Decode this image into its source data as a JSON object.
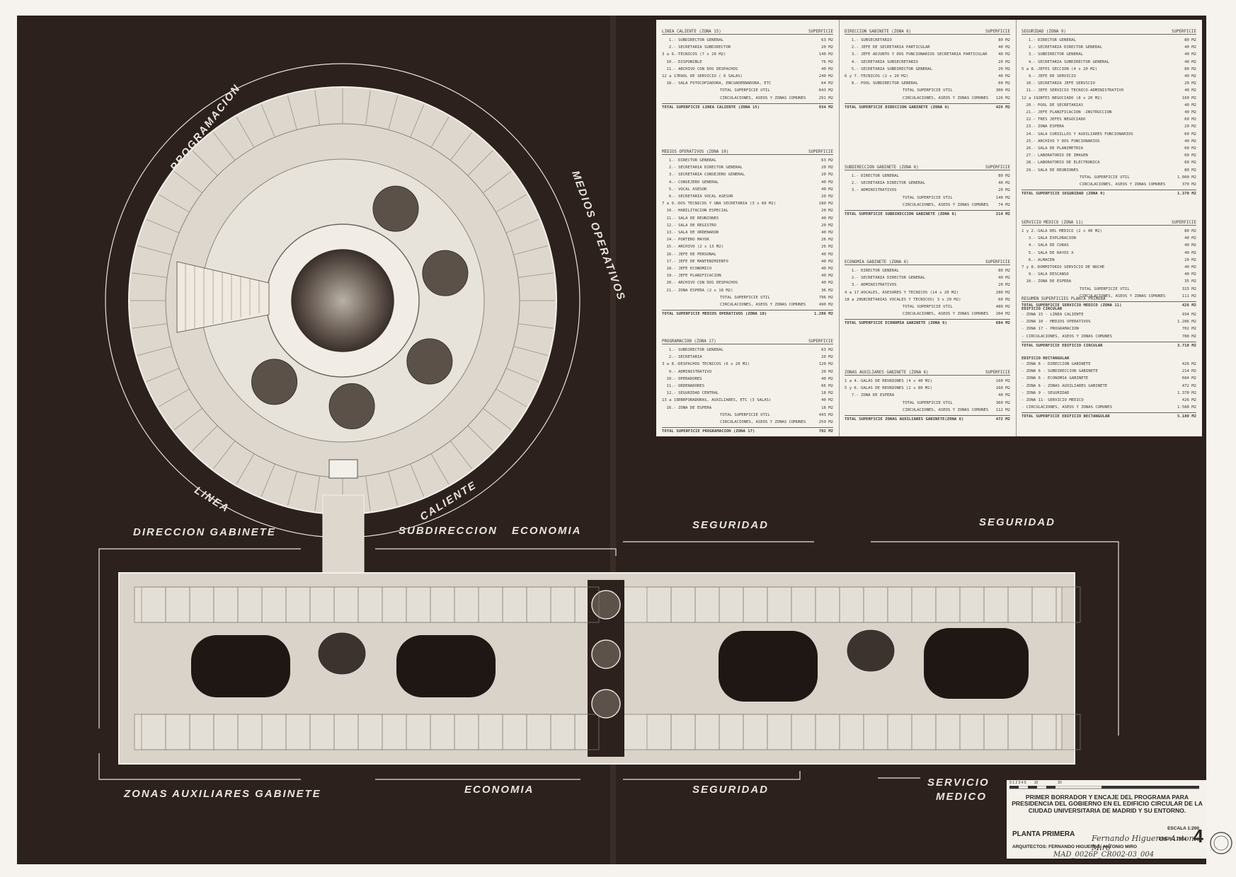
{
  "plan_labels": {
    "programacion": "PROGRAMACION",
    "medios_operativos": "MEDIOS OPERATIVOS",
    "linea": "LINEA",
    "caliente": "CALIENTE",
    "direccion_gabinete": "DIRECCION GABINETE",
    "subdireccion": "SUBDIRECCION",
    "economia_top": "ECONOMIA",
    "seguridad_top_left": "SEGURIDAD",
    "seguridad_top_right": "SEGURIDAD",
    "zonas_auxiliares": "ZONAS AUXILIARES GABINETE",
    "economia_bottom": "ECONOMIA",
    "seguridad_bottom": "SEGURIDAD",
    "servicio": "SERVICIO",
    "medico": "MEDICO"
  },
  "programme": {
    "linea_caliente": {
      "title": "LINEA CALIENTE (ZONA 15)",
      "sup": "SUPERFICIE",
      "rows": [
        {
          "n": "1.-",
          "label": "SUBDIRECTOR GENERAL",
          "area": "63 M2"
        },
        {
          "n": "2.-",
          "label": "SECRETARIA SUBDIRECTOR",
          "area": "20 M2"
        },
        {
          "n": "3 a 9.-",
          "label": "TECNICOS (7 x 20 M2)",
          "area": "140 M2"
        },
        {
          "n": "10.-",
          "label": "DISPONIBLE",
          "area": "76 M2"
        },
        {
          "n": "11.-",
          "label": "ARCHIVO CON DOS DESPACHOS",
          "area": "40 M2"
        },
        {
          "n": "12 a 17.-",
          "label": "POOL DE SERVICIO ( 6 SALAS)",
          "area": "240 M2"
        },
        {
          "n": "18.-",
          "label": "SALA FOTOCOPIADORA, ENCUADERNADORA, ETC",
          "area": "64 M2"
        }
      ],
      "subs": [
        {
          "label": "TOTAL SUPERFICIE UTIL",
          "area": "643 M2"
        },
        {
          "label": "CIRCULACIONES, ASEOS Y ZONAS COMUNES",
          "area": "291 M2"
        }
      ],
      "total": {
        "label": "TOTAL SUPERFICIE LINEA CALIENTE (ZONA 15)",
        "area": "934 M2"
      }
    },
    "medios_operativos": {
      "title": "MEDIOS OPERATIVOS (ZONA 10)",
      "sup": "SUPERFICIE",
      "rows": [
        {
          "n": "1.-",
          "label": "DIRECTOR GENERAL",
          "area": "63 M2"
        },
        {
          "n": "2.-",
          "label": "SECRETARIA DIRECTOR GENERAL",
          "area": "20 M2"
        },
        {
          "n": "3.-",
          "label": "SECRETARIA CONSEJERO GENERAL",
          "area": "20 M2"
        },
        {
          "n": "4.-",
          "label": "CONSEJERO GENERAL",
          "area": "40 M2"
        },
        {
          "n": "5.-",
          "label": "VOCAL ASESOR",
          "area": "40 M2"
        },
        {
          "n": "6.-",
          "label": "SECRETARIA VOCAL ASESOR",
          "area": "20 M2"
        },
        {
          "n": "7 a 9.-",
          "label": "DOS TECNICOS Y UNA SECRETARIA (3 x 60 M2)",
          "area": "180 M2"
        },
        {
          "n": "10.-",
          "label": "HABILITACION ESPECIAL",
          "area": "20 M2"
        },
        {
          "n": "11.-",
          "label": "SALA DE REUNIONES",
          "area": "40 M2"
        },
        {
          "n": "12.-",
          "label": "SALA DE REGISTRO",
          "area": "20 M2"
        },
        {
          "n": "13.-",
          "label": "SALA DE ORDENADOR",
          "area": "40 M2"
        },
        {
          "n": "14.-",
          "label": "PORTERO MAYOR",
          "area": "26 M2"
        },
        {
          "n": "15.-",
          "label": "ARCHIVO (2 x 13 M2)",
          "area": "26 M2"
        },
        {
          "n": "16.-",
          "label": "JEFE DE PERSONAL",
          "area": "40 M2"
        },
        {
          "n": "17.-",
          "label": "JEFE DE MANTENIMIENTO",
          "area": "40 M2"
        },
        {
          "n": "18.-",
          "label": "JEFE ECONOMICO",
          "area": "40 M2"
        },
        {
          "n": "19.-",
          "label": "JEFE PLANIFICACION",
          "area": "40 M2"
        },
        {
          "n": "20.-",
          "label": "ARCHIVO CON DOS DESPACHOS",
          "area": "40 M2"
        },
        {
          "n": "21.-",
          "label": "ZONA ESPERA (2 x 18 M2)",
          "area": "36 M2"
        }
      ],
      "subs": [
        {
          "label": "TOTAL SUPERFICIE UTIL",
          "area": "796 M2"
        },
        {
          "label": "CIRCULACIONES, ASEOS Y ZONAS COMUNES",
          "area": "490 M2"
        }
      ],
      "total": {
        "label": "TOTAL SUPERFICIE MEDIOS OPERATIVOS (ZONA 10)",
        "area": "1.286 M2"
      }
    },
    "programacion": {
      "title": "PROGRAMACION (ZONA 17)",
      "sup": "SUPERFICIE",
      "rows": [
        {
          "n": "1.-",
          "label": "SUBDIRECTOR GENERAL",
          "area": "63 M2"
        },
        {
          "n": "2.-",
          "label": "SECRETARIA",
          "area": "20 M2"
        },
        {
          "n": "3 a 8.-",
          "label": "DESPACHOS TECNICOS (6 x 20 M2)",
          "area": "120 M2"
        },
        {
          "n": "9.-",
          "label": "ADMINISTRATIVO",
          "area": "20 M2"
        },
        {
          "n": "10.-",
          "label": "OPERADORES",
          "area": "40 M2"
        },
        {
          "n": "11.-",
          "label": "ORDENADORES",
          "area": "66 M2"
        },
        {
          "n": "12.-",
          "label": "SEGURIDAD CENTRAL",
          "area": "18 M2"
        },
        {
          "n": "13 a 15.-",
          "label": "PERFORADORAS, AUXILIARES, ETC (3 SALAS)",
          "area": "40 M2"
        },
        {
          "n": "16.-",
          "label": "ZONA DE ESPERA",
          "area": "18 M2"
        }
      ],
      "subs": [
        {
          "label": "TOTAL SUPERFICIE UTIL",
          "area": "443 M2"
        },
        {
          "label": "CIRCULACIONES, ASEOS Y ZONAS COMUNES",
          "area": "259 M2"
        }
      ],
      "total": {
        "label": "TOTAL SUPERFICIE PROGRAMACION (ZONA 17)",
        "area": "702 M2"
      }
    },
    "direccion_gabinete": {
      "title": "DIRECCION GABINETE (ZONA 6)",
      "sup": "SUPERFICIE",
      "rows": [
        {
          "n": "1.-",
          "label": "SUBSECRETARIO",
          "area": "80 M2"
        },
        {
          "n": "2.-",
          "label": "JEFE DE SECRETARIA PARTICULAR",
          "area": "40 M2"
        },
        {
          "n": "3.-",
          "label": "JEFE ADJUNTO Y DOS FUNCIONARIOS SECRETARIA PARTICULAR",
          "area": "40 M2"
        },
        {
          "n": "4.-",
          "label": "SECRETARIA SUBSECRETARIO",
          "area": "20 M2"
        },
        {
          "n": "5.-",
          "label": "SECRETARIA SUBDIRECTOR GENERAL",
          "area": "20 M2"
        },
        {
          "n": "6 y 7.-",
          "label": "TECNICOS (2 x 20 M2)",
          "area": "40 M2"
        },
        {
          "n": "8.-",
          "label": "POOL SUBDIRECTOR GENERAL",
          "area": "60 M2"
        }
      ],
      "subs": [
        {
          "label": "TOTAL SUPERFICIE UTIL",
          "area": "300 M2"
        },
        {
          "label": "CIRCULACIONES, ASEOS Y ZONAS COMUNES",
          "area": "126 M2"
        }
      ],
      "total": {
        "label": "TOTAL SUPERFICIE DIRECCION GABINETE (ZONA 6)",
        "area": "426 M2"
      }
    },
    "subdireccion_gabinete": {
      "title": "SUBDIRECCION GABINETE (ZONA 6)",
      "sup": "SUPERFICIE",
      "rows": [
        {
          "n": "1.-",
          "label": "DIRECTOR GENERAL",
          "area": "80 M2"
        },
        {
          "n": "2.-",
          "label": "SECRETARIA DIRECTOR GENERAL",
          "area": "40 M2"
        },
        {
          "n": "3.-",
          "label": "ADMINISTRATIVOS",
          "area": "20 M2"
        }
      ],
      "subs": [
        {
          "label": "TOTAL SUPERFICIE UTIL",
          "area": "140 M2"
        },
        {
          "label": "CIRCULACIONES, ASEOS Y ZONAS COMUNES",
          "area": "74 M2"
        }
      ],
      "total": {
        "label": "TOTAL SUPERFICIE SUBDIRECCION GABINETE (ZONA 6)",
        "area": "214 M2"
      }
    },
    "economia_gabinete": {
      "title": "ECONOMIA GABINETE (ZONA 6)",
      "sup": "SUPERFICIE",
      "rows": [
        {
          "n": "1.-",
          "label": "DIRECTOR GENERAL",
          "area": "80 M2"
        },
        {
          "n": "2.-",
          "label": "SECRETARIA DIRECTOR GENERAL",
          "area": "40 M2"
        },
        {
          "n": "3.-",
          "label": "ADMINISTRATIVOS",
          "area": "20 M2"
        },
        {
          "n": "4 a 17.-",
          "label": "VOCALES, ASESORES Y TECNICOS (14 x 20 M2)",
          "area": "280 M2"
        },
        {
          "n": "18 a 20.-",
          "label": "SECRETARIAS VOCALES Y TECNICOS( 3 x 20 M2)",
          "area": "60 M2"
        }
      ],
      "subs": [
        {
          "label": "TOTAL SUPERFICIE UTIL",
          "area": "480 M2"
        },
        {
          "label": "CIRCULACIONES, ASEOS Y ZONAS COMUNES",
          "area": "204 M2"
        }
      ],
      "total": {
        "label": "TOTAL SUPERFICIE ECONOMIA GABINETE (ZONA 6)",
        "area": "684 M2"
      }
    },
    "zonas_auxiliares": {
      "title": "ZONAS AUXILIARES GABINETE (ZONA 6)",
      "sup": "SUPERFICIE",
      "rows": [
        {
          "n": "1 a 4.-",
          "label": "SALAS DE REUNIONES (4 x 40 M2)",
          "area": "160 M2"
        },
        {
          "n": "5 y 6.-",
          "label": "SALAS DE REUNIONES (2 x 80 M2)",
          "area": "160 M2"
        },
        {
          "n": "7.-",
          "label": "ZONA DE ESPERA",
          "area": "40 M2"
        }
      ],
      "subs": [
        {
          "label": "TOTAL SUPERFICIE UTIL",
          "area": "360 M2"
        },
        {
          "label": "CIRCULACIONES, ASEOS Y ZONAS COMUNES",
          "area": "112 M2"
        }
      ],
      "total": {
        "label": "TOTAL SUPERFICIE ZONAS AUXILIARES GABINETE(ZONA 6)",
        "area": "472 M2"
      }
    },
    "seguridad": {
      "title": "SEGURIDAD (ZONA 9)",
      "sup": "SUPERFICIE",
      "rows": [
        {
          "n": "1.-",
          "label": "DIRECTOR GENERAL",
          "area": "80 M2"
        },
        {
          "n": "2.-",
          "label": "SECRETARIA DIRECTOR GENERAL",
          "area": "40 M2"
        },
        {
          "n": "3.-",
          "label": "SUBDIRECTOR GENERAL",
          "area": "40 M2"
        },
        {
          "n": "4.-",
          "label": "SECRETARIA SUBDIRECTOR GENERAL",
          "area": "40 M2"
        },
        {
          "n": "5 a 8.-",
          "label": "JEFES SECCION (4 x 20 M2)",
          "area": "80 M2"
        },
        {
          "n": "9.-",
          "label": "JEFE DE SERVICIO",
          "area": "40 M2"
        },
        {
          "n": "10.-",
          "label": "SECRETARIA JEFE SERVICIO",
          "area": "20 M2"
        },
        {
          "n": "11.-",
          "label": "JEFE SERVICIO TECNICO-ADMINISTRATIVO",
          "area": "40 M2"
        },
        {
          "n": "12 a 19.-",
          "label": "JEFES NEGOCIADO (8 x 20 M2)",
          "area": "160 M2"
        },
        {
          "n": "20.-",
          "label": "POOL DE SECRETARIAS",
          "area": "40 M2"
        },
        {
          "n": "21.-",
          "label": "JEFE PLANIFICACION -INSTRUCCION",
          "area": "40 M2"
        },
        {
          "n": "22.-",
          "label": "TRES JEFES NEGOCIADO",
          "area": "60 M2"
        },
        {
          "n": "23.-",
          "label": "ZONA ESPERA",
          "area": "20 M2"
        },
        {
          "n": "24.-",
          "label": "SALA CURSILLOS Y AUXILIARES FUNCIONARIOS",
          "area": "60 M2"
        },
        {
          "n": "25.-",
          "label": "ARCHIVO Y DOS FUNCIONARIOS",
          "area": "40 M2"
        },
        {
          "n": "26.-",
          "label": "SALA DE PLANIMETRIA",
          "area": "60 M2"
        },
        {
          "n": "27.-",
          "label": "LABORATORIO DE IMAGEN",
          "area": "60 M2"
        },
        {
          "n": "28.-",
          "label": "LABORATORIO DE ELECTRONICA",
          "area": "60 M2"
        },
        {
          "n": "29.-",
          "label": "SALA DE REUNIONES",
          "area": "80 M2"
        }
      ],
      "subs": [
        {
          "label": "TOTAL SUPERFICIE UTIL",
          "area": "1.000 M2"
        },
        {
          "label": "CIRCULACIONES, ASEOS Y ZONAS COMUNES",
          "area": "370 M2"
        }
      ],
      "total": {
        "label": "TOTAL SUPERFICIE SEGURIDAD (ZONA 9)",
        "area": "1.370 M2"
      }
    },
    "servicio_medico": {
      "title": "SERVICIO MEDICO (ZONA 11)",
      "sup": "SUPERFICIE",
      "rows": [
        {
          "n": "1 y 2.-",
          "label": "SALA DEL MEDICO (2 x 40 M2)",
          "area": "80 M2"
        },
        {
          "n": "3.-",
          "label": "SALA EXPLORACION",
          "area": "40 M2"
        },
        {
          "n": "4.-",
          "label": "SALA DE CURAS",
          "area": "40 M2"
        },
        {
          "n": "5.-",
          "label": "SALA DE RAYOS X",
          "area": "40 M2"
        },
        {
          "n": "6.-",
          "label": "ALMACEN",
          "area": "20 M2"
        },
        {
          "n": "7 y 8.-",
          "label": "DORMITORIO SERVICIO DE NOCHE",
          "area": "40 M2"
        },
        {
          "n": "9.-",
          "label": "SALA DESCANSO",
          "area": "40 M2"
        },
        {
          "n": "10.-",
          "label": "ZONA DE ESPERA",
          "area": "35 M2"
        }
      ],
      "subs": [
        {
          "label": "TOTAL SUPERFICIE UTIL",
          "area": "315 M2"
        },
        {
          "label": "CIRCULACIONES, ASEOS Y ZONAS COMUNES",
          "area": "111 M2"
        }
      ],
      "total": {
        "label": "TOTAL SUPERFICIE SERVICIO MEDICO (ZONA 11)",
        "area": "426 M2"
      }
    },
    "resumen": {
      "title": "RESUMEN SUPERFICIES PLANTA PRIMERA",
      "circ_title": "EDIFICIO CIRCULAR",
      "circ": [
        {
          "label": "- ZONA 15 - LINEA CALIENTE",
          "area": "934 M2"
        },
        {
          "label": "- ZONA 10 - MEDIOS OPERATIVOS",
          "area": "1.286 M2"
        },
        {
          "label": "- ZONA 17 - PROGRAMACION",
          "area": "702 M2"
        },
        {
          "label": "- CIRCULACIONES, ASEOS Y ZONAS COMUNES",
          "area": "788 M2"
        }
      ],
      "circ_total": {
        "label": "TOTAL SUPERFICIE EDIFICIO CIRCULAR",
        "area": "3.710 M2"
      },
      "rect_title": "EDIFICIO RECTANGULAR",
      "rect": [
        {
          "label": "- ZONA 6 - DIRECCION GABINETE",
          "area": "426 M2"
        },
        {
          "label": "- ZONA 6 - SUBDIRECCION GABINETE",
          "area": "214 M2"
        },
        {
          "label": "- ZONA 6 - ECONOMIA GABINETE",
          "area": "684 M2"
        },
        {
          "label": "- ZONA 6 - ZONAS AUXILIARES GABINETE",
          "area": "472 M2"
        },
        {
          "label": "- ZONA 9 - SEGURIDAD",
          "area": "1.370 M2"
        },
        {
          "label": "- ZONA 11- SERVICIO MEDICO",
          "area": "426 M2"
        },
        {
          "label": "- CIRCULACIONES, ASEOS Y ZONAS COMUNES",
          "area": "1.588 M2"
        }
      ],
      "rect_total": {
        "label": "TOTAL SUPERFICIE EDIFICIO RECTANGULAR",
        "area": "5.180 M2"
      }
    }
  },
  "titleblock": {
    "scale_ticks": "0 1 2 3 4 5        10                    20",
    "title": "PRIMER BORRADOR Y ENCAJE DEL PROGRAMA PARA PRESIDENCIA DEL GOBIERNO EN EL EDIFICIO CIRCULAR DE LA CIUDAD UNIVERSITARIA DE MADRID Y SU ENTORNO.",
    "planta": "PLANTA PRIMERA",
    "escala": "ESCALA 1:200",
    "fecha": "ENERO 1984",
    "num": "4",
    "arquitectos": "ARQUITECTOS: FERNANDO HIGUERAS, ANTONIO MIRO",
    "firma": "Fernando Higueras  Antonio Miró",
    "ref": "MAD_0026P_CR002-03_004"
  }
}
